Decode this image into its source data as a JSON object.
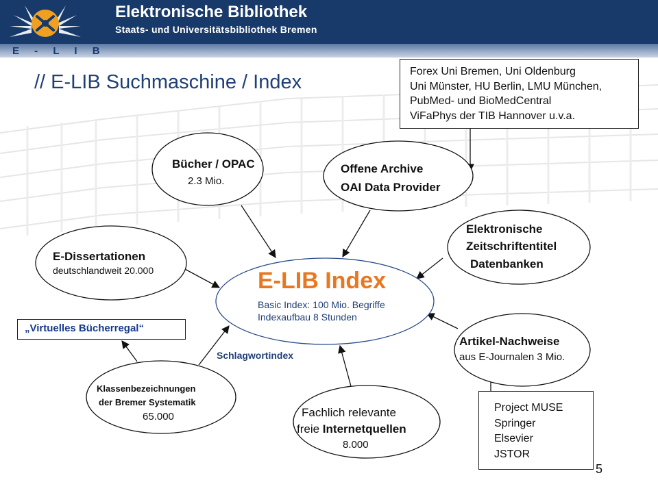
{
  "header": {
    "title": "Elektronische Bibliothek",
    "subtitle": "Staats- und Universitätsbibliothek Bremen",
    "logo_label": "E - L I B",
    "brand_color": "#173a6b"
  },
  "page": {
    "title": "// E-LIB  Suchmaschine / Index",
    "page_number": "5"
  },
  "center_node": {
    "title": "E-LIB Index",
    "line1": "Basic Index: 100 Mio. Begriffe",
    "line2": "Indexaufbau 8 Stunden",
    "title_color": "#e87722",
    "text_color": "#1f3f77"
  },
  "nodes": {
    "buecher": {
      "title": "Bücher / OPAC",
      "detail": "2.3 Mio."
    },
    "archive": {
      "line1": "Offene Archive",
      "line2": "OAI Data Provider"
    },
    "zeitschriften": {
      "line1": "Elektronische",
      "line2": "Zeitschriftentitel",
      "line3": "Datenbanken"
    },
    "dissertationen": {
      "title": "E-Dissertationen",
      "detail": "deutschlandweit 20.000"
    },
    "artikel": {
      "title": "Artikel-Nachweise",
      "detail": "aus E-Journalen 3 Mio."
    },
    "klassen": {
      "line1": "Klassenbezeichnungen",
      "line2": "der Bremer Systematik",
      "line3": "65.000"
    },
    "internet": {
      "line1": "Fachlich relevante",
      "line2_prefix": "freie ",
      "line2_bold": "Internetquellen",
      "line3": "8.000"
    }
  },
  "labels": {
    "schlagwort": "Schlagwortindex",
    "virtual_shelf": "„Virtuelles Bücherregal“"
  },
  "partners_box": {
    "lines": [
      "Forex Uni Bremen, Uni Oldenburg",
      "Uni Münster, HU Berlin, LMU München,",
      "PubMed- und BioMedCentral",
      "ViFaPhys der TIB Hannover u.v.a."
    ]
  },
  "publishers_box": {
    "lines": [
      "Project MUSE",
      "Springer",
      "Elsevier",
      "JSTOR"
    ]
  }
}
